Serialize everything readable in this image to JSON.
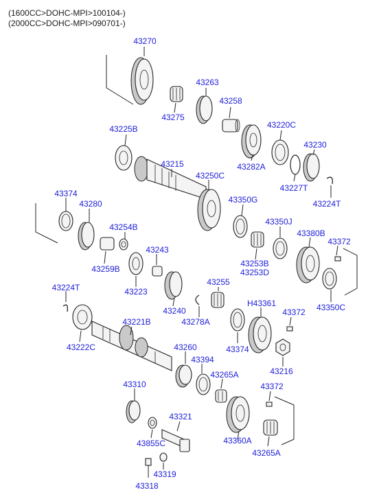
{
  "header": {
    "line1": "(1600CC>DOHC-MPI>100104-)",
    "line2": "(2000CC>DOHC-MPI>090701-)"
  },
  "colors": {
    "label": "#1c1cd9",
    "line": "#222222",
    "part_fill": "#f4f4f4"
  },
  "labels": {
    "p43270": "43270",
    "p43263": "43263",
    "p43275": "43275",
    "p43258": "43258",
    "p43225B": "43225B",
    "p43220C": "43220C",
    "p43230": "43230",
    "p43215": "43215",
    "p43282A": "43282A",
    "p43250C": "43250C",
    "p43227T": "43227T",
    "p43224T_top": "43224T",
    "p43374_top": "43374",
    "p43280": "43280",
    "p43350G": "43350G",
    "p43254B": "43254B",
    "p43350J": "43350J",
    "p43380B": "43380B",
    "p43372_right": "43372",
    "p43259B": "43259B",
    "p43243": "43243",
    "p43253B": "43253B",
    "p43253D": "43253D",
    "p43223": "43223",
    "p43224T_left": "43224T",
    "p43255": "43255",
    "p43350C": "43350C",
    "p43240": "43240",
    "p43278A": "43278A",
    "pH43361": "H43361",
    "p43372_mid": "43372",
    "p43221B": "43221B",
    "p43222C": "43222C",
    "p43374_mid": "43374",
    "p43260": "43260",
    "p43394": "43394",
    "p43216": "43216",
    "p43265A_mid": "43265A",
    "p43310": "43310",
    "p43372_low": "43372",
    "p43321": "43321",
    "p43855C": "43855C",
    "p43360A": "43360A",
    "p43265A_low": "43265A",
    "p43319": "43319",
    "p43318": "43318"
  }
}
